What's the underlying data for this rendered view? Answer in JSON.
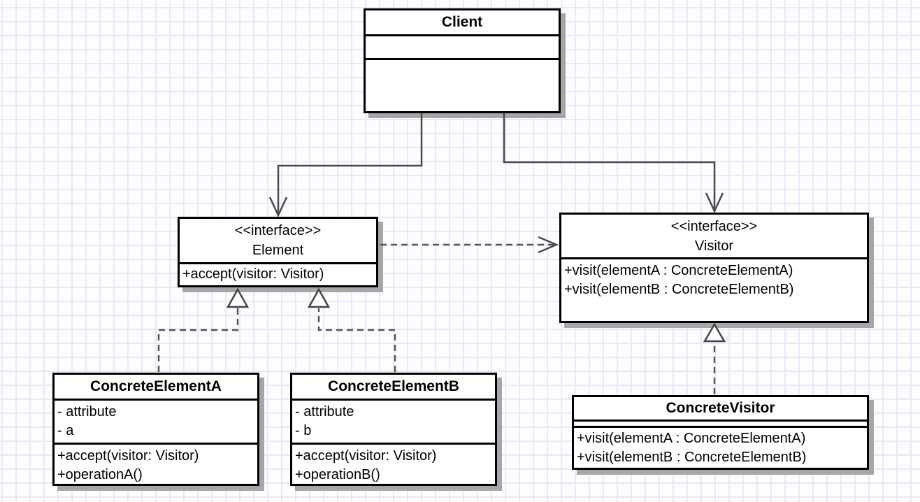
{
  "diagram": {
    "kind": "uml-class-diagram",
    "pattern": "Visitor"
  },
  "colors": {
    "background": "#fdfdff",
    "grid_line": "#eae8f7",
    "box_fill": "#ffffff",
    "box_border": "#000000",
    "box_shadow": "#a6a6a6",
    "connector": "#4a4a4a",
    "text": "#000000"
  },
  "classes": {
    "client": {
      "name": "Client",
      "attributes": [],
      "operations": []
    },
    "element": {
      "stereotype": "<<interface>>",
      "name": "Element",
      "operations": [
        "+accept(visitor: Visitor)"
      ]
    },
    "visitor": {
      "stereotype": "<<interface>>",
      "name": "Visitor",
      "operations": [
        "+visit(elementA : ConcreteElementA)",
        "+visit(elementB : ConcreteElementB)"
      ]
    },
    "concreteElementA": {
      "name": "ConcreteElementA",
      "attributes": [
        "- attribute",
        "- a"
      ],
      "operations": [
        "+accept(visitor: Visitor)",
        "+operationA()"
      ]
    },
    "concreteElementB": {
      "name": "ConcreteElementB",
      "attributes": [
        "- attribute",
        "- b"
      ],
      "operations": [
        "+accept(visitor: Visitor)",
        "+operationB()"
      ]
    },
    "concreteVisitor": {
      "name": "ConcreteVisitor",
      "operations": [
        "+visit(elementA : ConcreteElementA)",
        "+visit(elementB : ConcreteElementB)"
      ]
    }
  },
  "edges": [
    {
      "from": "Client",
      "to": "Element",
      "type": "directed association",
      "line": "solid",
      "arrowhead": "open"
    },
    {
      "from": "Client",
      "to": "Visitor",
      "type": "directed association",
      "line": "solid",
      "arrowhead": "open"
    },
    {
      "from": "Element",
      "to": "Visitor",
      "type": "dependency",
      "line": "dashed",
      "arrowhead": "open"
    },
    {
      "from": "ConcreteElementA",
      "to": "Element",
      "type": "realization",
      "line": "dashed",
      "arrowhead": "hollow-triangle"
    },
    {
      "from": "ConcreteElementB",
      "to": "Element",
      "type": "realization",
      "line": "dashed",
      "arrowhead": "hollow-triangle"
    },
    {
      "from": "ConcreteVisitor",
      "to": "Visitor",
      "type": "realization",
      "line": "dashed",
      "arrowhead": "hollow-triangle"
    }
  ]
}
